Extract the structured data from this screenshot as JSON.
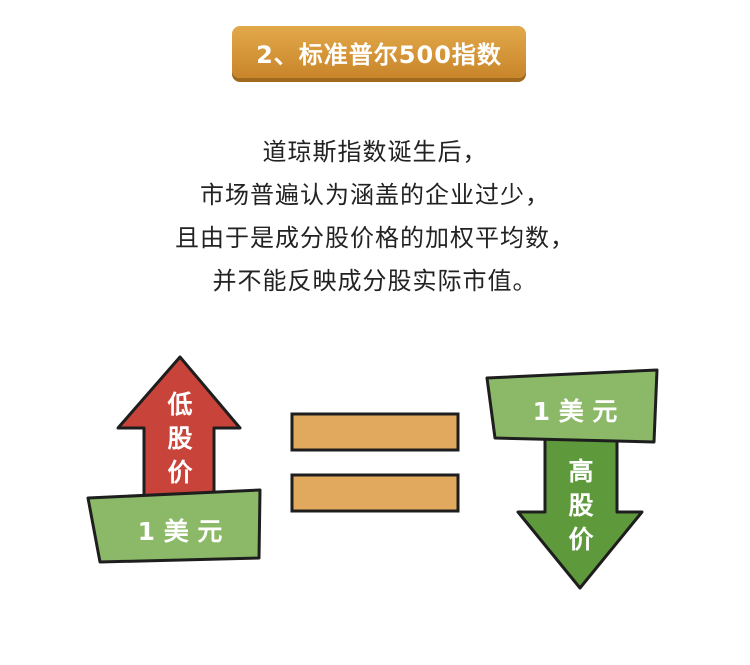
{
  "title": "2、标准普尔500指数",
  "paragraph_lines": [
    "道琼斯指数诞生后，",
    "市场普遍认为涵盖的企业过少，",
    "且由于是成分股价格的加权平均数，",
    "并不能反映成分股实际市值。"
  ],
  "diagram": {
    "left": {
      "arrow_label_chars": [
        "低",
        "股",
        "价"
      ],
      "banner_label": "1 美 元"
    },
    "right": {
      "arrow_label_chars": [
        "高",
        "股",
        "价"
      ],
      "banner_label": "1 美 元"
    },
    "colors": {
      "red_arrow": "#c8443b",
      "green_banner": "#8cb968",
      "green_arrow": "#5e9a3c",
      "equals": "#e0a95e",
      "title_bg": "#d69638"
    }
  }
}
